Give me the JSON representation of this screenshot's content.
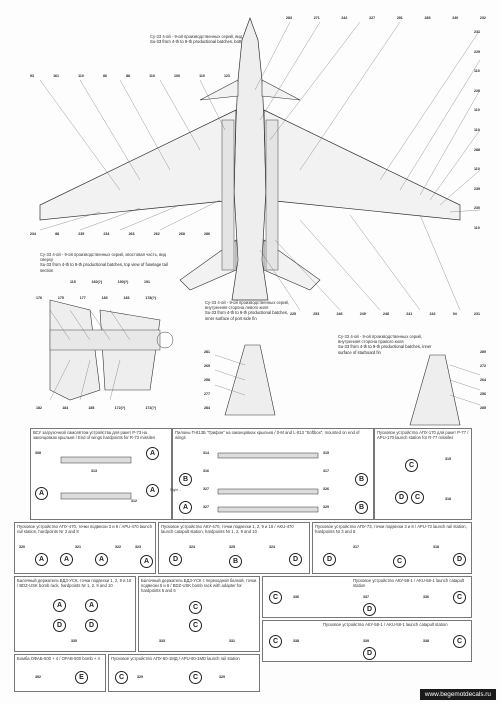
{
  "main": {
    "top_caption": {
      "ru": "Су-33 4-ой - 9-ой производственных серий, вид снизу",
      "en": "Su-33 from 4-th to 9-th productional batches, bottom view"
    },
    "side_caption": {
      "ru": "Су-33 4-ой - 9-ой производственных серий, хвостовая часть, вид сверху",
      "en": "Su-33 from 4-th to 9-th productional batches, top view of fuselage tail section"
    },
    "top_numbers": [
      "283",
      "271",
      "242",
      "227",
      "291",
      "283",
      "240",
      "232"
    ],
    "right_numbers": [
      "231",
      "229",
      "110",
      "226",
      "110",
      "110",
      "288",
      "110",
      "239",
      "230",
      "110"
    ],
    "left_row": [
      "93",
      "161",
      "110",
      "86",
      "88",
      "110",
      "106",
      "110",
      "123"
    ],
    "bottom_left_numbers": [
      "234",
      "88",
      "235",
      "234",
      "263",
      "262",
      "268",
      "286"
    ],
    "bottom_right_numbers": [
      "225",
      "253",
      "246",
      "249",
      "248",
      "241",
      "242",
      "94",
      "231"
    ],
    "tail_numbers": [
      "115",
      "160(?)",
      "190(?)",
      "191"
    ],
    "tail_row": [
      "176",
      "175",
      "177",
      "183",
      "183",
      "178(?)"
    ],
    "tail_bottom": [
      "182",
      "184",
      "185",
      "172(?)",
      "172(?)"
    ],
    "fin_left_caption": {
      "ru": "Су-33 4-ой - 9-ой производственных серий, внутренняя сторона левого киля",
      "en": "Su-33 from 4-th to 9-th productional batches, inner surface of port side fin"
    },
    "fin_right_caption": {
      "ru": "Су-33 4-ой - 9-ой производственных серий, внутренняя сторона правого киля",
      "en": "Su-33 from 4-th to 9-th productional batches, inner surface of starboard fin"
    },
    "fin_left_numbers": [
      "281",
      "265",
      "258",
      "277",
      "284"
    ],
    "fin_right_numbers": [
      "289",
      "272",
      "264",
      "256",
      "285"
    ]
  },
  "panels": {
    "p1": {
      "title": "ВСУ загрузочной самолётом устройства для ракет Р-73 на законцовках крыльев / End of wings hardpoints for R-73 missiles",
      "numbers": [
        "308",
        "313",
        "312"
      ],
      "letters": [
        "A",
        "A",
        "A"
      ]
    },
    "p2": {
      "title": "Пилоны П-813Б \"Грифон\" на законцовках крыльев / 0-M and L-813 \"Softbox\", mounted on end of wings",
      "numbers": [
        "314",
        "316",
        "315",
        "317",
        "327",
        "326",
        "327",
        "329"
      ],
      "letters": [
        "B",
        "B",
        "A",
        "B"
      ]
    },
    "p3": {
      "title": "Пусковое устройство АПУ-170 для ракет Р-77 / APU-170 launch station for R-77 missiles",
      "numbers": [
        "319",
        "318"
      ],
      "letters": [
        "C",
        "D",
        "C"
      ]
    },
    "p4": {
      "title": "Пусковое устройство АПУ-470, точки подвески 3 и 8 / APU-470 launch rail station, hardpoints Nr 3 and 8",
      "numbers": [
        "320",
        "321",
        "322",
        "323"
      ],
      "letters": [
        "A",
        "A",
        "A",
        "A"
      ]
    },
    "p5": {
      "title": "Пусковое устройство АКУ-470, точки подвески 1, 2, 9 и 10 / AKU-470 launch catapult station, hardpoints Nr 1, 2, 9 and 10",
      "numbers": [
        "324",
        "325",
        "324"
      ],
      "letters": [
        "D",
        "B",
        "D"
      ]
    },
    "p6": {
      "title": "Пусковое устройство АПУ-73, точки подвески 3 и 8 / APU-73 launch rail station, hardpoints Nr 3 and 8",
      "numbers": [
        "317",
        "318"
      ],
      "letters": [
        "D",
        "C",
        "D"
      ]
    },
    "p7": {
      "title": "Балочный держатель БДЗ-УСК, точки подвески 1, 2, 9 и 10 / BDZ-USK bomb rack, hardpoints Nr 1, 2, 9 and 10",
      "numbers": [
        "330"
      ],
      "letters": [
        "A",
        "A",
        "D",
        "D"
      ]
    },
    "p8": {
      "title": "Балочный держатель БДЗ-УСК с переходной балкой, точки подвески 5 и 6 / BDZ-USK bomb rack with adapter for hardpoints 5 and 6",
      "numbers": [
        "333",
        "331"
      ],
      "letters": [
        "C",
        "C"
      ]
    },
    "p9": {
      "title": "Пусковое устройство АКУ-58-1 / AKU-58-1 launch catapult station",
      "numbers": [
        "336",
        "337",
        "336"
      ],
      "letters": [
        "C",
        "D",
        "C"
      ]
    },
    "p10": {
      "title": "Пусковое устройство АКУ-58-1 / AKU-58-1 launch catapult station",
      "numbers": [
        "338",
        "339",
        "338"
      ],
      "letters": [
        "C",
        "D",
        "C"
      ]
    },
    "p11": {
      "title": "Бомба ОФАБ-500 + 4 / OFAB-500 bomb + 4",
      "numbers": [
        "352"
      ],
      "letters": [
        "E"
      ]
    },
    "p12": {
      "title": "Пусковое устройство АПУ-60-1МД / APU-60-1MD launch rail station",
      "numbers": [
        "329",
        "329"
      ],
      "letters": [
        "C",
        "C"
      ]
    }
  },
  "flight_label": "Flight →",
  "footer": {
    "url": "www.begemotdecals.ru"
  }
}
